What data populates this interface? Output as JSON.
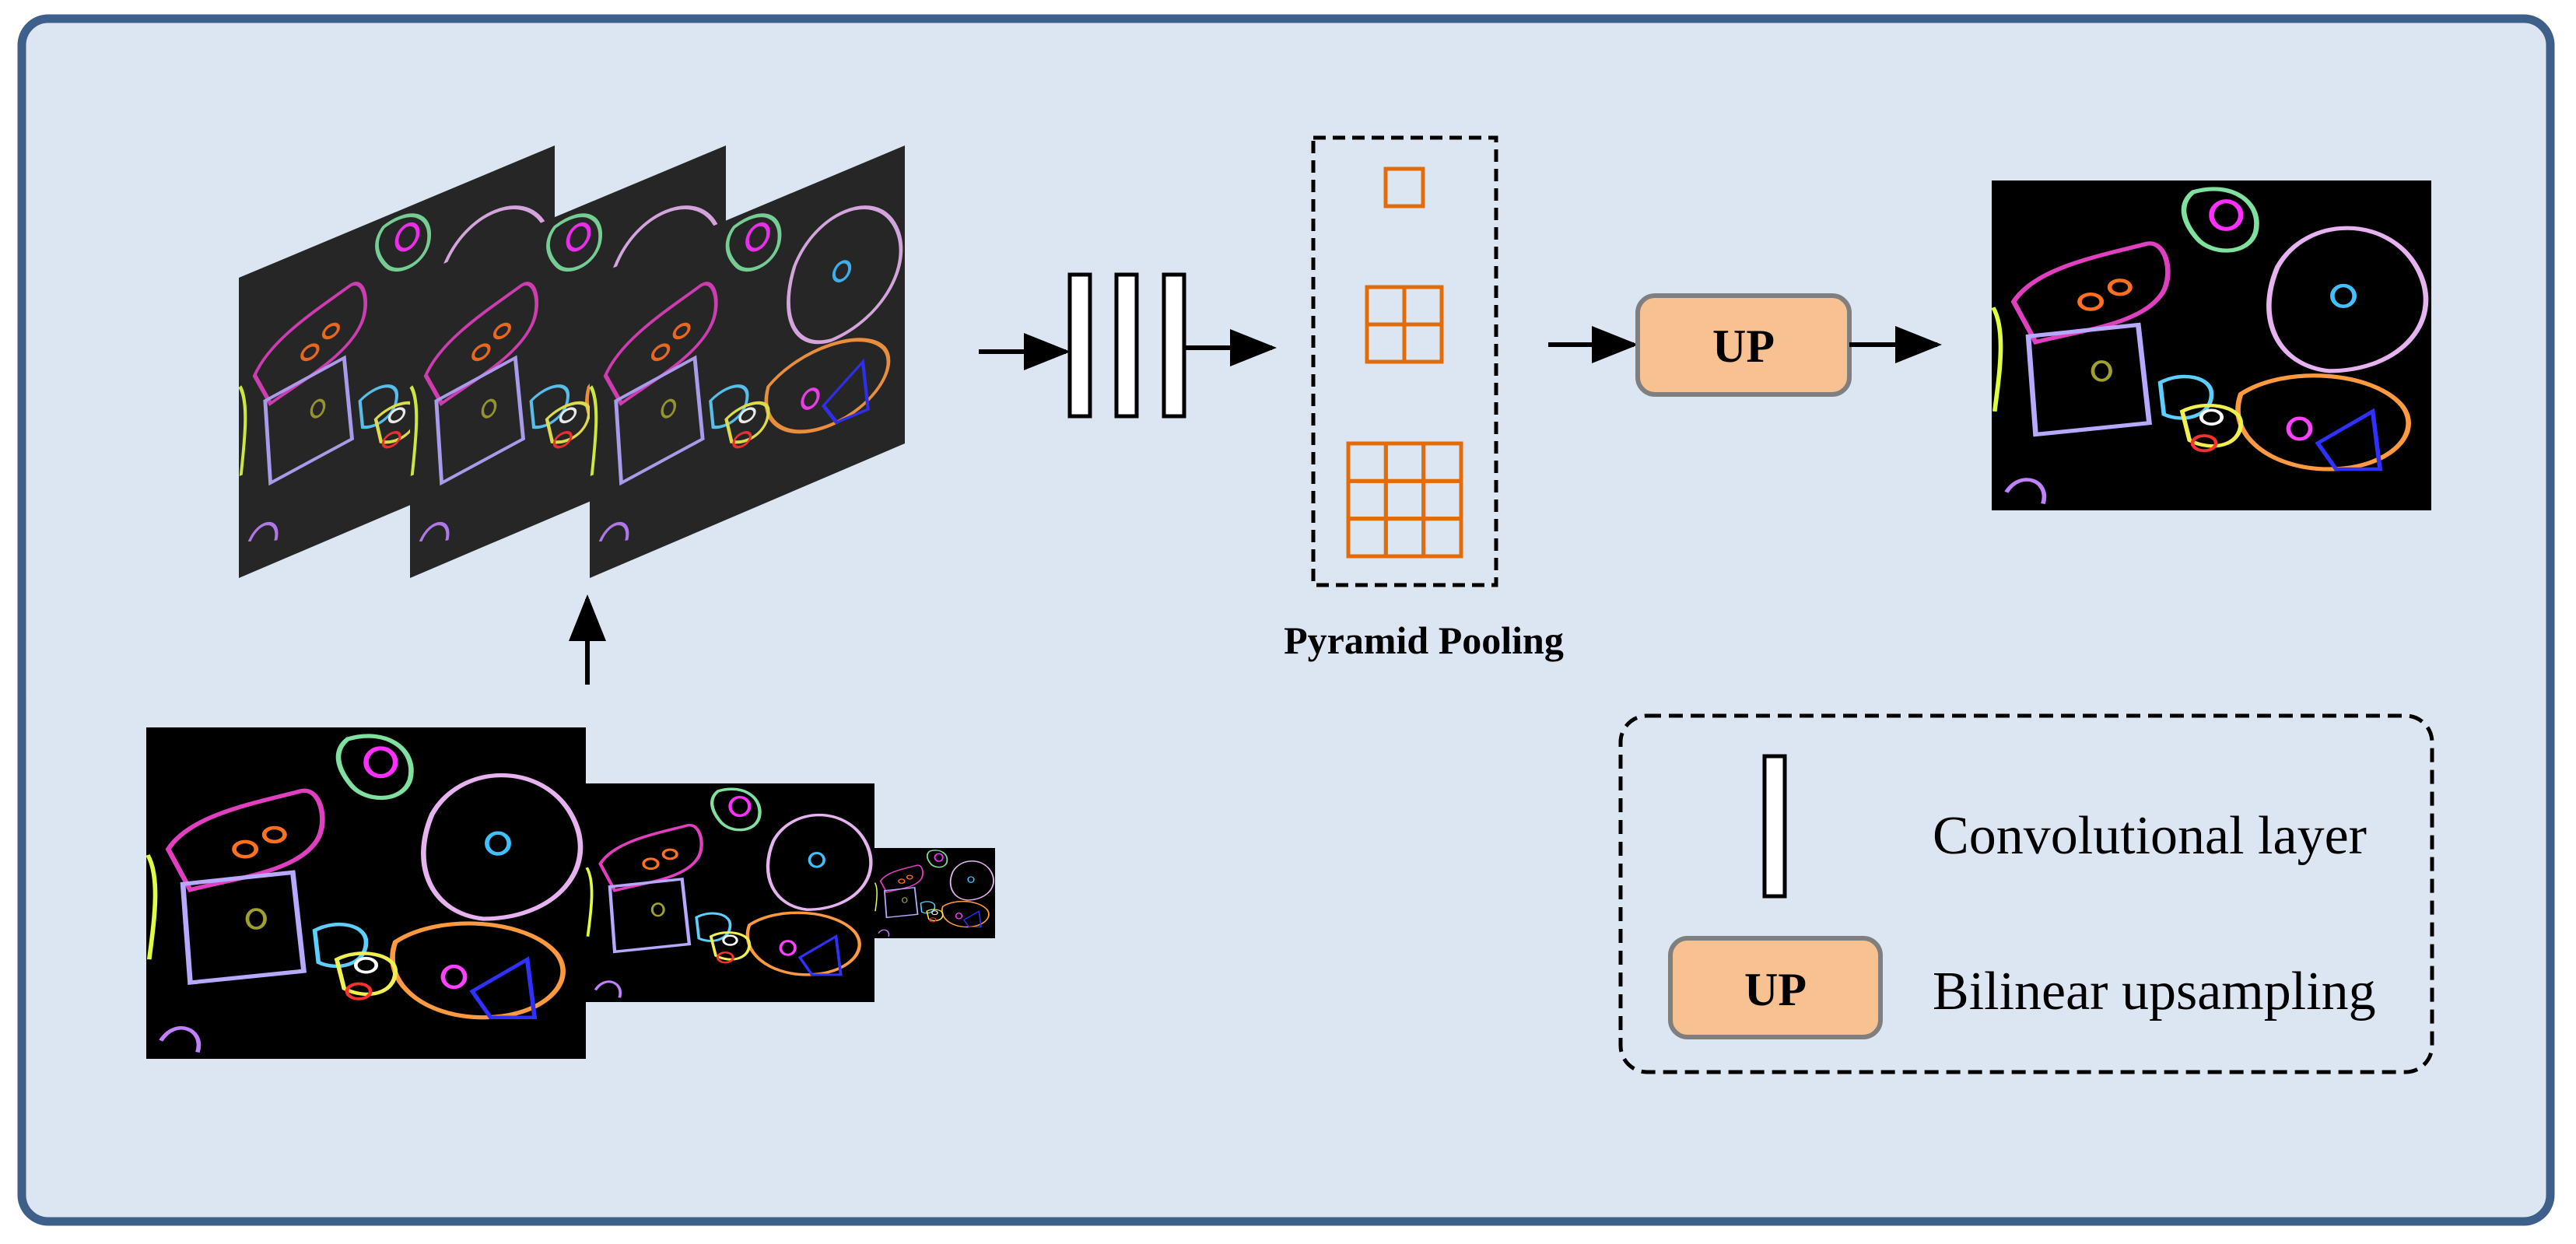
{
  "pyramid_pooling": {
    "label": "Pyramid Pooling",
    "grid_sizes": [
      1,
      2,
      3
    ]
  },
  "upsample_block": {
    "label": "UP"
  },
  "legend": {
    "conv_label": "Convolutional layer",
    "up_label": "Bilinear upsampling",
    "up_box_text": "UP"
  },
  "colors": {
    "panel_fill": "#dce6f2",
    "panel_border": "#3e5f8a",
    "up_fill": "#f8c191",
    "pool_orange": "#e36c09",
    "feature_dark": "#262626",
    "image_black": "#000000"
  }
}
